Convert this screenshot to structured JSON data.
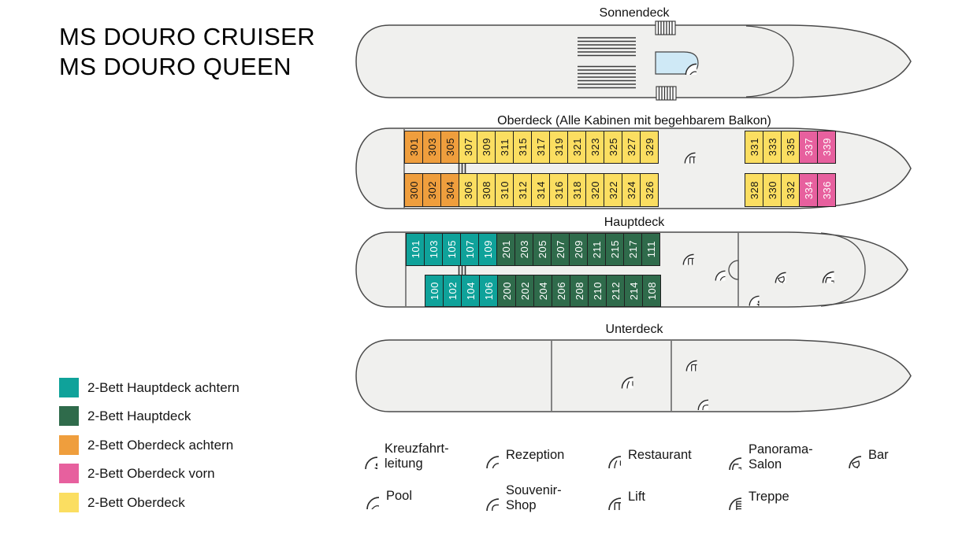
{
  "ship_title": {
    "line1": "MS DOURO CRUISER",
    "line2": "MS DOURO QUEEN"
  },
  "decks": {
    "sonnendeck": {
      "title": "Sonnendeck",
      "icons": [
        "pool"
      ]
    },
    "oberdeck": {
      "title": "Oberdeck (Alle Kabinen mit begehbarem Balkon)",
      "icons": [
        "lift",
        "treppe"
      ],
      "aft_top": [
        {
          "number": "301",
          "type": "oberdeck-achtern"
        },
        {
          "number": "303",
          "type": "oberdeck-achtern"
        },
        {
          "number": "305",
          "type": "oberdeck-achtern"
        },
        {
          "number": "307",
          "type": "oberdeck"
        },
        {
          "number": "309",
          "type": "oberdeck"
        },
        {
          "number": "311",
          "type": "oberdeck"
        },
        {
          "number": "315",
          "type": "oberdeck"
        },
        {
          "number": "317",
          "type": "oberdeck"
        },
        {
          "number": "319",
          "type": "oberdeck"
        },
        {
          "number": "321",
          "type": "oberdeck"
        },
        {
          "number": "323",
          "type": "oberdeck"
        },
        {
          "number": "325",
          "type": "oberdeck"
        },
        {
          "number": "327",
          "type": "oberdeck"
        },
        {
          "number": "329",
          "type": "oberdeck"
        }
      ],
      "aft_bottom": [
        {
          "number": "300",
          "type": "oberdeck-achtern"
        },
        {
          "number": "302",
          "type": "oberdeck-achtern"
        },
        {
          "number": "304",
          "type": "oberdeck-achtern"
        },
        {
          "number": "306",
          "type": "oberdeck"
        },
        {
          "number": "308",
          "type": "oberdeck"
        },
        {
          "number": "310",
          "type": "oberdeck"
        },
        {
          "number": "312",
          "type": "oberdeck"
        },
        {
          "number": "314",
          "type": "oberdeck"
        },
        {
          "number": "316",
          "type": "oberdeck"
        },
        {
          "number": "318",
          "type": "oberdeck"
        },
        {
          "number": "320",
          "type": "oberdeck"
        },
        {
          "number": "322",
          "type": "oberdeck"
        },
        {
          "number": "324",
          "type": "oberdeck"
        },
        {
          "number": "326",
          "type": "oberdeck"
        }
      ],
      "fore_top": [
        {
          "number": "331",
          "type": "oberdeck"
        },
        {
          "number": "333",
          "type": "oberdeck"
        },
        {
          "number": "335",
          "type": "oberdeck"
        },
        {
          "number": "337",
          "type": "oberdeck-vorn"
        },
        {
          "number": "339",
          "type": "oberdeck-vorn"
        }
      ],
      "fore_bottom": [
        {
          "number": "328",
          "type": "oberdeck"
        },
        {
          "number": "330",
          "type": "oberdeck"
        },
        {
          "number": "332",
          "type": "oberdeck"
        },
        {
          "number": "334",
          "type": "oberdeck-vorn"
        },
        {
          "number": "336",
          "type": "oberdeck-vorn"
        }
      ]
    },
    "hauptdeck": {
      "title": "Hauptdeck",
      "icons": [
        "lift",
        "treppe",
        "rezeption",
        "kreuzfahrtleitung",
        "bar",
        "panorama-salon"
      ],
      "top": [
        {
          "number": "101",
          "type": "hauptdeck-achtern"
        },
        {
          "number": "103",
          "type": "hauptdeck-achtern"
        },
        {
          "number": "105",
          "type": "hauptdeck-achtern"
        },
        {
          "number": "107",
          "type": "hauptdeck-achtern"
        },
        {
          "number": "109",
          "type": "hauptdeck-achtern"
        },
        {
          "number": "201",
          "type": "hauptdeck"
        },
        {
          "number": "203",
          "type": "hauptdeck"
        },
        {
          "number": "205",
          "type": "hauptdeck"
        },
        {
          "number": "207",
          "type": "hauptdeck"
        },
        {
          "number": "209",
          "type": "hauptdeck"
        },
        {
          "number": "211",
          "type": "hauptdeck"
        },
        {
          "number": "215",
          "type": "hauptdeck"
        },
        {
          "number": "217",
          "type": "hauptdeck"
        },
        {
          "number": "111",
          "type": "hauptdeck"
        }
      ],
      "bottom": [
        {
          "number": "100",
          "type": "hauptdeck-achtern"
        },
        {
          "number": "102",
          "type": "hauptdeck-achtern"
        },
        {
          "number": "104",
          "type": "hauptdeck-achtern"
        },
        {
          "number": "106",
          "type": "hauptdeck-achtern"
        },
        {
          "number": "200",
          "type": "hauptdeck"
        },
        {
          "number": "202",
          "type": "hauptdeck"
        },
        {
          "number": "204",
          "type": "hauptdeck"
        },
        {
          "number": "206",
          "type": "hauptdeck"
        },
        {
          "number": "208",
          "type": "hauptdeck"
        },
        {
          "number": "210",
          "type": "hauptdeck"
        },
        {
          "number": "212",
          "type": "hauptdeck"
        },
        {
          "number": "214",
          "type": "hauptdeck"
        },
        {
          "number": "108",
          "type": "hauptdeck"
        }
      ]
    },
    "unterdeck": {
      "title": "Unterdeck",
      "icons": [
        "restaurant",
        "lift",
        "souvenir-shop"
      ]
    }
  },
  "cabin_legend": [
    {
      "label": "2-Bett Hauptdeck achtern",
      "color": "#0FA29A",
      "type": "hauptdeck-achtern"
    },
    {
      "label": "2-Bett Hauptdeck",
      "color": "#2F6B4B",
      "type": "hauptdeck"
    },
    {
      "label": "2-Bett Oberdeck achtern",
      "color": "#EF9E3D",
      "type": "oberdeck-achtern"
    },
    {
      "label": "2-Bett Oberdeck vorn",
      "color": "#E7609E",
      "type": "oberdeck-vorn"
    },
    {
      "label": "2-Bett Oberdeck",
      "color": "#FBDE61",
      "type": "oberdeck"
    }
  ],
  "facility_legend": [
    {
      "icon": "kreuzfahrtleitung-icon",
      "label": "Kreuzfahrt-\nleitung"
    },
    {
      "icon": "rezeption-icon",
      "label": "Rezeption"
    },
    {
      "icon": "restaurant-icon",
      "label": "Restaurant"
    },
    {
      "icon": "panorama-salon-icon",
      "label": "Panorama-\nSalon"
    },
    {
      "icon": "bar-icon",
      "label": "Bar"
    },
    {
      "icon": "pool-icon",
      "label": "Pool"
    },
    {
      "icon": "souvenir-shop-icon",
      "label": "Souvenir-\nShop"
    },
    {
      "icon": "lift-icon",
      "label": "Lift"
    },
    {
      "icon": "treppe-icon",
      "label": "Treppe"
    }
  ]
}
